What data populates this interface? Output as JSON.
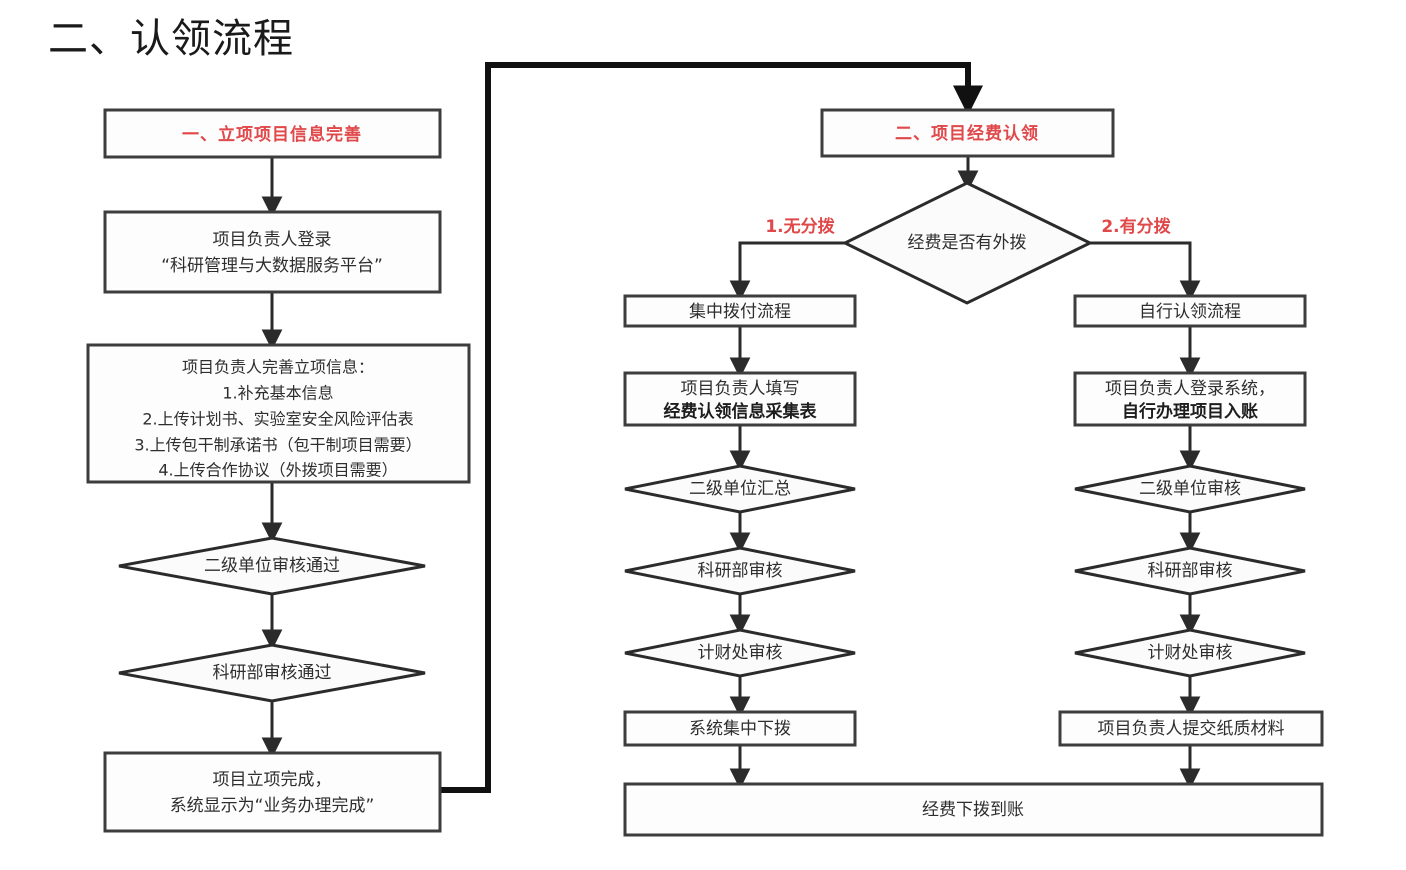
{
  "page": {
    "title": "二、认领流程",
    "colors": {
      "header_red": "#e0484a",
      "node_stroke": "#3d3d3d",
      "connector": "#2b2b2b",
      "background": "#ffffff"
    }
  },
  "flow": {
    "left_column": {
      "header": "一、立项项目信息完善",
      "nodes": [
        {
          "id": "left-login",
          "type": "process",
          "lines": [
            "项目负责人登录",
            "“科研管理与大数据服务平台”"
          ]
        },
        {
          "id": "left-complete-info",
          "type": "process",
          "lines": [
            "项目负责人完善立项信息：",
            "1.补充基本信息",
            "2.上传计划书、实验室安全风险评估表",
            "3.上传包干制承诺书（包干制项目需要）",
            "4.上传合作协议（外拨项目需要）"
          ]
        },
        {
          "id": "left-unit-review",
          "type": "decision",
          "lines": [
            "二级单位审核通过"
          ]
        },
        {
          "id": "left-dept-review",
          "type": "decision",
          "lines": [
            "科研部审核通过"
          ]
        },
        {
          "id": "left-done",
          "type": "process",
          "lines": [
            "项目立项完成，",
            "系统显示为“业务办理完成”"
          ]
        }
      ]
    },
    "right_section": {
      "header": "二、项目经费认领",
      "decision": {
        "id": "funds-outbound",
        "type": "decision",
        "lines": [
          "经费是否有外拨"
        ]
      },
      "branch_labels": {
        "left": "1.无分拨",
        "right": "2.有分拨"
      },
      "middle_column": [
        {
          "id": "mid-central-flow",
          "type": "process",
          "lines": [
            "集中拨付流程"
          ]
        },
        {
          "id": "mid-fill-form",
          "type": "process",
          "lines": [
            "项目负责人填写",
            "经费认领信息采集表"
          ],
          "bold_lines": [
            1
          ]
        },
        {
          "id": "mid-unit-summary",
          "type": "decision",
          "lines": [
            "二级单位汇总"
          ]
        },
        {
          "id": "mid-dept-review",
          "type": "decision",
          "lines": [
            "科研部审核"
          ]
        },
        {
          "id": "mid-finance-review",
          "type": "decision",
          "lines": [
            "计财处审核"
          ]
        },
        {
          "id": "mid-system-allocate",
          "type": "process",
          "lines": [
            "系统集中下拨"
          ]
        }
      ],
      "right_column": [
        {
          "id": "right-self-claim-flow",
          "type": "process",
          "lines": [
            "自行认领流程"
          ]
        },
        {
          "id": "right-login-system",
          "type": "process",
          "lines": [
            "项目负责人登录系统，",
            "自行办理项目入账"
          ],
          "bold_lines": [
            1
          ]
        },
        {
          "id": "right-unit-review",
          "type": "decision",
          "lines": [
            "二级单位审核"
          ]
        },
        {
          "id": "right-dept-review",
          "type": "decision",
          "lines": [
            "科研部审核"
          ]
        },
        {
          "id": "right-finance-review",
          "type": "decision",
          "lines": [
            "计财处审核"
          ]
        },
        {
          "id": "right-submit-paper",
          "type": "process",
          "lines": [
            "项目负责人提交纸质材料"
          ]
        }
      ],
      "footer": {
        "id": "funds-arrived",
        "type": "process",
        "lines": [
          "经费下拨到账"
        ]
      }
    }
  }
}
